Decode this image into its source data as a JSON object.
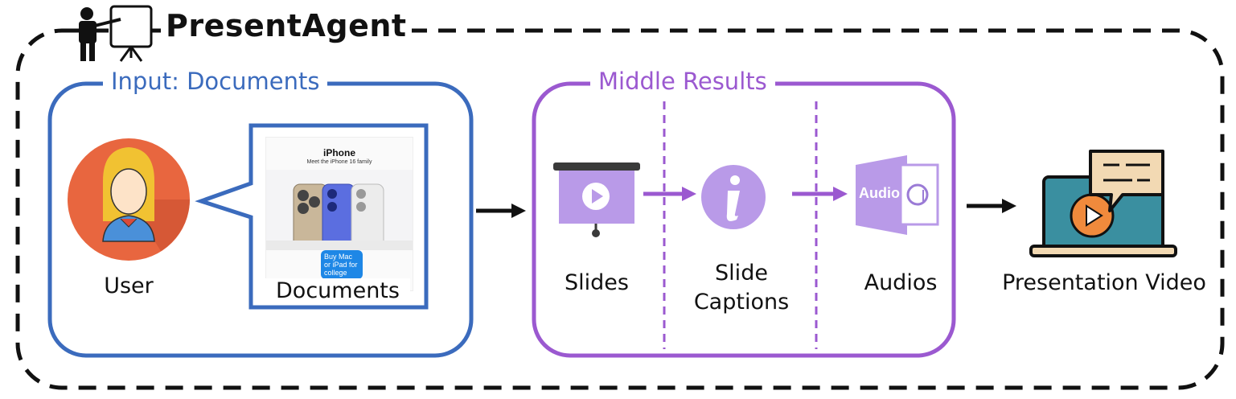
{
  "title": "PresentAgent",
  "input_group": {
    "title": "Input: Documents",
    "user_label": "User",
    "documents_label": "Documents",
    "document_preview": {
      "heading": "iPhone",
      "subheading": "Meet the iPhone 16 family",
      "promo": "Buy Mac or iPad for college"
    }
  },
  "middle_group": {
    "title": "Middle Results",
    "slides_label": "Slides",
    "captions_label_line1": "Slide",
    "captions_label_line2": "Captions",
    "audios_label": "Audios",
    "audio_icon_text": "Audio"
  },
  "output": {
    "label": "Presentation Video"
  },
  "colors": {
    "input_accent": "#3b6bbd",
    "middle_accent": "#9b59d0",
    "slide_purple": "#b99ae8",
    "user_circle": "#e8663f",
    "outer_border": "#111111"
  },
  "icons": [
    "presenter-icon",
    "user-avatar-icon",
    "document-preview",
    "slides-icon",
    "info-icon",
    "audio-icon",
    "presentation-video-icon"
  ]
}
